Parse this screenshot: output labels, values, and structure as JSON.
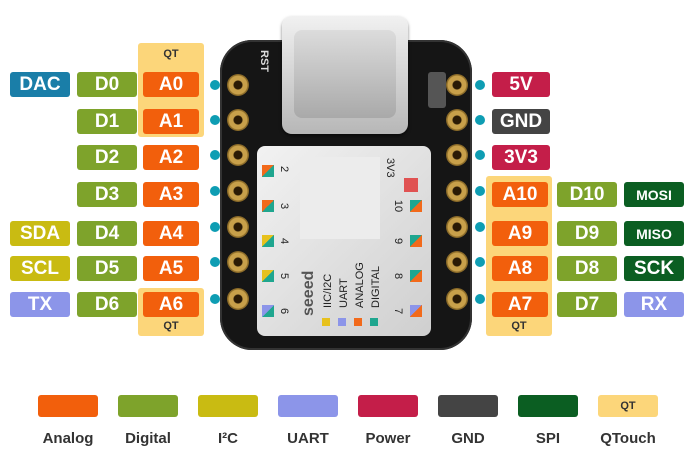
{
  "colors": {
    "analog": "#f25f0c",
    "digital": "#7ea32b",
    "i2c": "#c9bb12",
    "uart": "#8c95e9",
    "power": "#c41e49",
    "gnd": "#444444",
    "spi": "#0b5e22",
    "qtouch": "#fcd67a",
    "dac": "#1a7ea8"
  },
  "board": {
    "rst_label": "RST",
    "brand": "seeed",
    "pin_3v3": "3V3",
    "pin_numbers_left": [
      "2",
      "3",
      "4",
      "5",
      "6"
    ],
    "pin_numbers_right": [
      "10",
      "9",
      "8",
      "7"
    ],
    "silk_legend": [
      "IIC/I2C",
      "UART",
      "ANALOG",
      "DIGITAL"
    ]
  },
  "qt": {
    "top_left": "QT",
    "bottom_left": "QT",
    "bottom_right": "QT"
  },
  "left": {
    "extra": [
      "DAC",
      "",
      "",
      "",
      "SDA",
      "SCL",
      "TX"
    ],
    "digital": [
      "D0",
      "D1",
      "D2",
      "D3",
      "D4",
      "D5",
      "D6"
    ],
    "analog": [
      "A0",
      "A1",
      "A2",
      "A3",
      "A4",
      "A5",
      "A6"
    ]
  },
  "right": {
    "power": [
      "5V",
      "GND",
      "3V3"
    ],
    "analog": [
      "A10",
      "A9",
      "A8",
      "A7"
    ],
    "digital": [
      "D10",
      "D9",
      "D8",
      "D7"
    ],
    "extra": [
      "MOSI",
      "MISO",
      "SCK",
      "RX"
    ]
  },
  "legend": [
    "Analog",
    "Digital",
    "I²C",
    "UART",
    "Power",
    "GND",
    "SPI",
    "QTouch"
  ],
  "legend_qt_label": "QT"
}
